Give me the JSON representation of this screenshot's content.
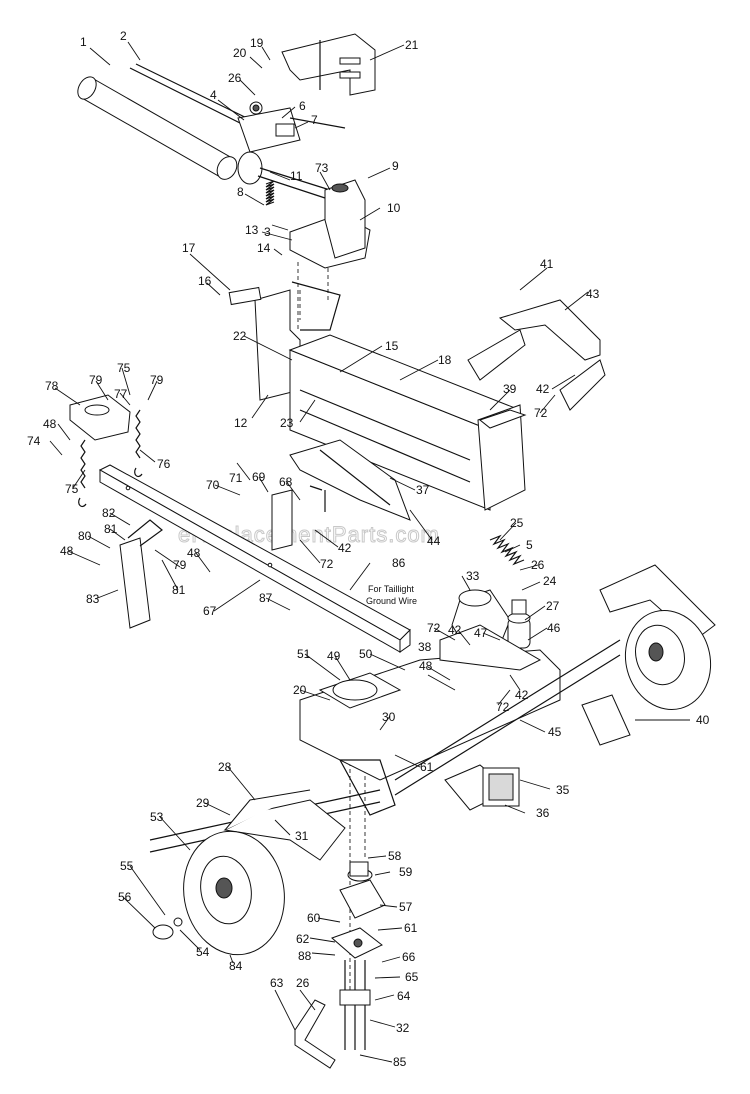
{
  "watermark": "eReplacementParts.com",
  "notes": {
    "taillight_1": "For Taillight",
    "taillight_2": "Ground Wire"
  },
  "callouts": [
    {
      "id": "1",
      "label": "1"
    },
    {
      "id": "2",
      "label": "2"
    },
    {
      "id": "19",
      "label": "19"
    },
    {
      "id": "20a",
      "label": "20"
    },
    {
      "id": "21",
      "label": "21"
    },
    {
      "id": "26a",
      "label": "26"
    },
    {
      "id": "4",
      "label": "4"
    },
    {
      "id": "6",
      "label": "6"
    },
    {
      "id": "7",
      "label": "7"
    },
    {
      "id": "11",
      "label": "11"
    },
    {
      "id": "73",
      "label": "73"
    },
    {
      "id": "9",
      "label": "9"
    },
    {
      "id": "8",
      "label": "8"
    },
    {
      "id": "10",
      "label": "10"
    },
    {
      "id": "3",
      "label": "3"
    },
    {
      "id": "13",
      "label": "13"
    },
    {
      "id": "14",
      "label": "14"
    },
    {
      "id": "17",
      "label": "17"
    },
    {
      "id": "16",
      "label": "16"
    },
    {
      "id": "41",
      "label": "41"
    },
    {
      "id": "43",
      "label": "43"
    },
    {
      "id": "22",
      "label": "22"
    },
    {
      "id": "15",
      "label": "15"
    },
    {
      "id": "18",
      "label": "18"
    },
    {
      "id": "78",
      "label": "78"
    },
    {
      "id": "79a",
      "label": "79"
    },
    {
      "id": "75a",
      "label": "75"
    },
    {
      "id": "77",
      "label": "77"
    },
    {
      "id": "79b",
      "label": "79"
    },
    {
      "id": "39",
      "label": "39"
    },
    {
      "id": "42a",
      "label": "42"
    },
    {
      "id": "72a",
      "label": "72"
    },
    {
      "id": "12",
      "label": "12"
    },
    {
      "id": "23",
      "label": "23"
    },
    {
      "id": "48a",
      "label": "48"
    },
    {
      "id": "74",
      "label": "74"
    },
    {
      "id": "76",
      "label": "76"
    },
    {
      "id": "75b",
      "label": "75"
    },
    {
      "id": "71",
      "label": "71"
    },
    {
      "id": "69",
      "label": "69"
    },
    {
      "id": "70",
      "label": "70"
    },
    {
      "id": "68",
      "label": "68"
    },
    {
      "id": "37",
      "label": "37"
    },
    {
      "id": "82",
      "label": "82"
    },
    {
      "id": "81a",
      "label": "81"
    },
    {
      "id": "80",
      "label": "80"
    },
    {
      "id": "48b",
      "label": "48"
    },
    {
      "id": "79c",
      "label": "79"
    },
    {
      "id": "81b",
      "label": "81"
    },
    {
      "id": "42b",
      "label": "42"
    },
    {
      "id": "72b",
      "label": "72"
    },
    {
      "id": "44",
      "label": "44"
    },
    {
      "id": "25",
      "label": "25"
    },
    {
      "id": "5",
      "label": "5"
    },
    {
      "id": "86",
      "label": "86"
    },
    {
      "id": "48c",
      "label": "48"
    },
    {
      "id": "26b",
      "label": "26"
    },
    {
      "id": "24",
      "label": "24"
    },
    {
      "id": "33",
      "label": "33"
    },
    {
      "id": "83",
      "label": "83"
    },
    {
      "id": "67",
      "label": "67"
    },
    {
      "id": "87",
      "label": "87"
    },
    {
      "id": "27",
      "label": "27"
    },
    {
      "id": "72c",
      "label": "72"
    },
    {
      "id": "42c",
      "label": "42"
    },
    {
      "id": "47",
      "label": "47"
    },
    {
      "id": "46",
      "label": "46"
    },
    {
      "id": "51",
      "label": "51"
    },
    {
      "id": "49",
      "label": "49"
    },
    {
      "id": "50",
      "label": "50"
    },
    {
      "id": "38",
      "label": "38"
    },
    {
      "id": "48d",
      "label": "48"
    },
    {
      "id": "20b",
      "label": "20"
    },
    {
      "id": "42d",
      "label": "42"
    },
    {
      "id": "72d",
      "label": "72"
    },
    {
      "id": "40",
      "label": "40"
    },
    {
      "id": "30",
      "label": "30"
    },
    {
      "id": "45",
      "label": "45"
    },
    {
      "id": "61a",
      "label": "61"
    },
    {
      "id": "28",
      "label": "28"
    },
    {
      "id": "35",
      "label": "35"
    },
    {
      "id": "29",
      "label": "29"
    },
    {
      "id": "36",
      "label": "36"
    },
    {
      "id": "53",
      "label": "53"
    },
    {
      "id": "31",
      "label": "31"
    },
    {
      "id": "58",
      "label": "58"
    },
    {
      "id": "59",
      "label": "59"
    },
    {
      "id": "55",
      "label": "55"
    },
    {
      "id": "57",
      "label": "57"
    },
    {
      "id": "56",
      "label": "56"
    },
    {
      "id": "60",
      "label": "60"
    },
    {
      "id": "61b",
      "label": "61"
    },
    {
      "id": "54",
      "label": "54"
    },
    {
      "id": "62",
      "label": "62"
    },
    {
      "id": "84",
      "label": "84"
    },
    {
      "id": "88",
      "label": "88"
    },
    {
      "id": "66",
      "label": "66"
    },
    {
      "id": "65",
      "label": "65"
    },
    {
      "id": "63",
      "label": "63"
    },
    {
      "id": "26c",
      "label": "26"
    },
    {
      "id": "64",
      "label": "64"
    },
    {
      "id": "32",
      "label": "32"
    },
    {
      "id": "85",
      "label": "85"
    }
  ]
}
